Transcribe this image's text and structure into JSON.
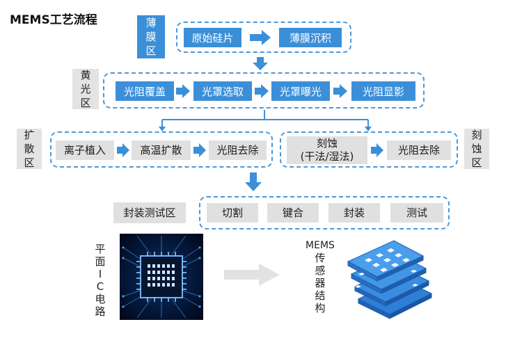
{
  "title": "MEMS工艺流程",
  "zones": {
    "thin_film": [
      "薄",
      "膜",
      "区"
    ],
    "yellow_light": [
      "黄",
      "光",
      "区"
    ],
    "diffusion": [
      "扩",
      "散",
      "区"
    ],
    "etch": [
      "刻",
      "蚀",
      "区"
    ],
    "packaging": "封装测试区"
  },
  "thin_film_steps": [
    "原始硅片",
    "薄膜沉积"
  ],
  "yellow_steps": [
    "光阻覆盖",
    "光罩选取",
    "光罩曝光",
    "光阻显影"
  ],
  "diffusion_steps": [
    "离子植入",
    "高温扩散",
    "光阻去除"
  ],
  "etch_steps": [
    "刻蚀",
    "(干法/湿法)",
    "光阻去除"
  ],
  "package_steps": [
    "切割",
    "键合",
    "封装",
    "测试"
  ],
  "bottom": {
    "left_label": [
      "平",
      "面",
      "I",
      "C",
      "电",
      "路"
    ],
    "right_label_top": "MEMS",
    "right_label": [
      "传",
      "感",
      "器",
      "结",
      "构"
    ]
  },
  "colors": {
    "blue": "#3b8fd9",
    "gray": "#e0e0e0",
    "dash": "#4a97d8"
  }
}
